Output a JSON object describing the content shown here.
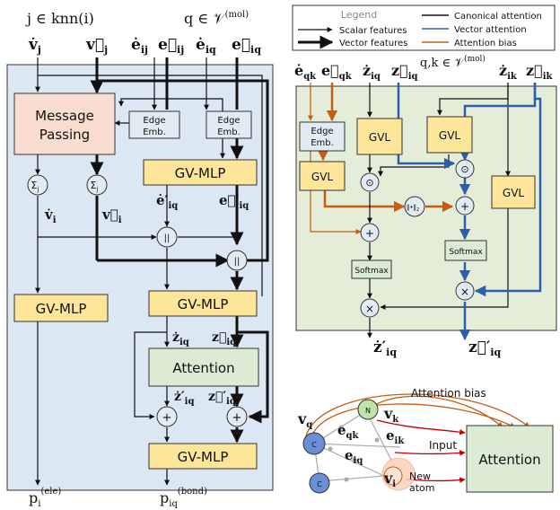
{
  "colors": {
    "left_bg": "#dbe7f3",
    "right_bg": "#e3edd8",
    "mp_fill": "#f8ddd0",
    "gv_fill": "#fde599",
    "att_fill": "#dcebd3",
    "small_fill": "#e2ebf2",
    "vec": "#2f5ea8",
    "bias": "#c65d11",
    "node_c": "#6b8fd6",
    "node_n": "#bfe3a8",
    "node_v": "#f9d3bd"
  },
  "left": {
    "top_labels": {
      "j_in_knn": "j ∈ knn(i)",
      "q_in_v": "q ∈ 𝒱",
      "q_in_v_sup": "(mol)",
      "v_dot_j": "v̇",
      "v_dot_j_sub": "j",
      "v_vec_j": "v⃗",
      "v_vec_j_sub": "j",
      "e_dot_ij": "ė",
      "e_dot_ij_sub": "ij",
      "e_vec_ij": "e⃗",
      "e_vec_ij_sub": "ij",
      "e_dot_iq": "ė",
      "e_dot_iq_sub": "iq",
      "e_vec_iq": "e⃗",
      "e_vec_iq_sub": "iq"
    },
    "message_passing_l1": "Message",
    "message_passing_l2": "Passing",
    "edge_emb_l1": "Edge",
    "edge_emb_l2": "Emb.",
    "gv_mlp": "GV-MLP",
    "attention": "Attention",
    "sum": "Σ",
    "sum_sub": "j",
    "concat": "||",
    "plus": "+",
    "vdot_i": "v̇",
    "vvec_i": "v⃗",
    "i_sub": "i",
    "edot_iq_p": "ė′",
    "evec_iq_p": "e⃗′",
    "zdot_iq": "ż",
    "zvec_iq": "z⃗",
    "zdot_iq_p": "ż′",
    "zvec_iq_p": "z⃗′",
    "iq_sub": "iq",
    "p_ele": "p",
    "p_ele_sub": "i",
    "p_ele_sup": "(ele)",
    "p_bond": "p",
    "p_bond_sub": "iq",
    "p_bond_sup": "(bond)"
  },
  "legend": {
    "title": "Legend",
    "scalar": "Scalar features",
    "vector": "Vector features",
    "canonical": "Canonical attention",
    "vector_att": "Vector attention",
    "bias": "Attention bias"
  },
  "right": {
    "qk_in_v": "q,k ∈ 𝒱",
    "qk_in_v_sup": "(mol)",
    "edot_qk": "ė",
    "evec_qk": "e⃗",
    "qk_sub": "qk",
    "zdot_iq": "ż",
    "zvec_iq": "z⃗",
    "iq_sub": "iq",
    "zdot_ik": "ż",
    "zvec_ik": "z⃗",
    "ik_sub": "ik",
    "gvl": "GVL",
    "edge_emb_l1": "Edge",
    "edge_emb_l2": "Emb.",
    "odot": "⊙",
    "norm": "‖•‖",
    "norm_sub": "2",
    "plus": "+",
    "times": "×",
    "softmax": "Softmax",
    "zdot_iq_p": "ż′",
    "zvec_iq_p": "z⃗′"
  },
  "bottom": {
    "attention_bias": "Attention bias",
    "input": "Input",
    "attention": "Attention",
    "new_atom_l1": "New",
    "new_atom_l2": "atom",
    "node_c": "C",
    "node_n": "N",
    "v_q": "v",
    "q_sub": "q",
    "v_k": "v",
    "k_sub": "k",
    "v_i": "v",
    "i_sub": "i",
    "e_qk": "e",
    "qk_sub": "qk",
    "e_ik": "e",
    "ik_sub": "ik",
    "e_iq": "e",
    "iq_sub": "iq"
  }
}
